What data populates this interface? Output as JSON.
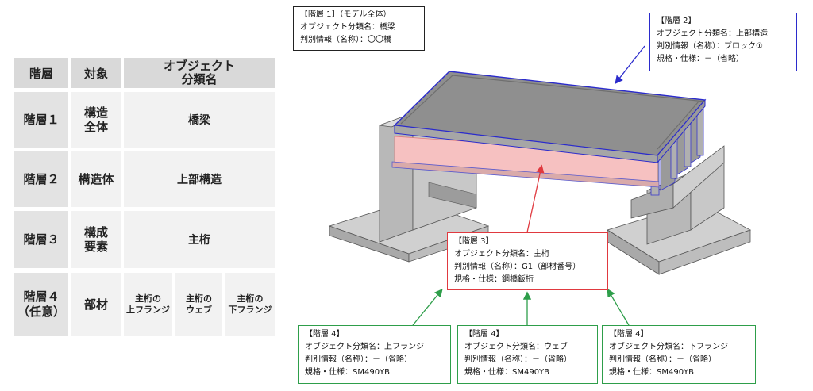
{
  "table": {
    "headers": {
      "level": "階層",
      "target": "対象",
      "class": "オブジェクト\n分類名"
    },
    "rows": [
      {
        "level": "階層１",
        "target": "構造\n全体",
        "class": "橋梁"
      },
      {
        "level": "階層２",
        "target": "構造体",
        "class": "上部構造"
      },
      {
        "level": "階層３",
        "target": "構成\n要素",
        "class": "主桁"
      },
      {
        "level": "階層４\n（任意）",
        "target": "部材",
        "subs": [
          "主桁の\n上フランジ",
          "主桁の\nウェブ",
          "主桁の\n下フランジ"
        ]
      }
    ]
  },
  "boxes": {
    "level1": {
      "lines": [
        "【階層 1】（モデル全体）",
        "オブジェクト分類名：橋梁",
        "判別情報（名称）：〇〇橋"
      ]
    },
    "level2": {
      "lines": [
        "【階層 2】",
        "オブジェクト分類名：上部構造",
        "判別情報（名称）：ブロック①",
        "規格・仕様：－（省略）"
      ]
    },
    "level3": {
      "lines": [
        "【階層 3】",
        "オブジェクト分類名：主桁",
        "判別情報（名称）：G1（部材番号）",
        "規格・仕様：鋼橋鈑桁"
      ]
    },
    "level4a": {
      "lines": [
        "【階層 4】",
        "オブジェクト分類名：上フランジ",
        "判別情報（名称）：－（省略）",
        "規格・仕様：SM490YB"
      ]
    },
    "level4b": {
      "lines": [
        "【階層 4】",
        "オブジェクト分類名：ウェブ",
        "判別情報（名称）：－（省略）",
        "規格・仕様：SM490YB"
      ]
    },
    "level4c": {
      "lines": [
        "【階層 4】",
        "オブジェクト分類名：下フランジ",
        "判別情報（名称）：－（省略）",
        "規格・仕様：SM490YB"
      ]
    }
  },
  "colors": {
    "level1": "#222222",
    "level2": "#2b2bcc",
    "level3": "#e0393f",
    "level4": "#2e9e4a",
    "girder_highlight": "#f6c1c1",
    "concrete": "#b3b3b3",
    "deck": "#8f8f8f"
  }
}
